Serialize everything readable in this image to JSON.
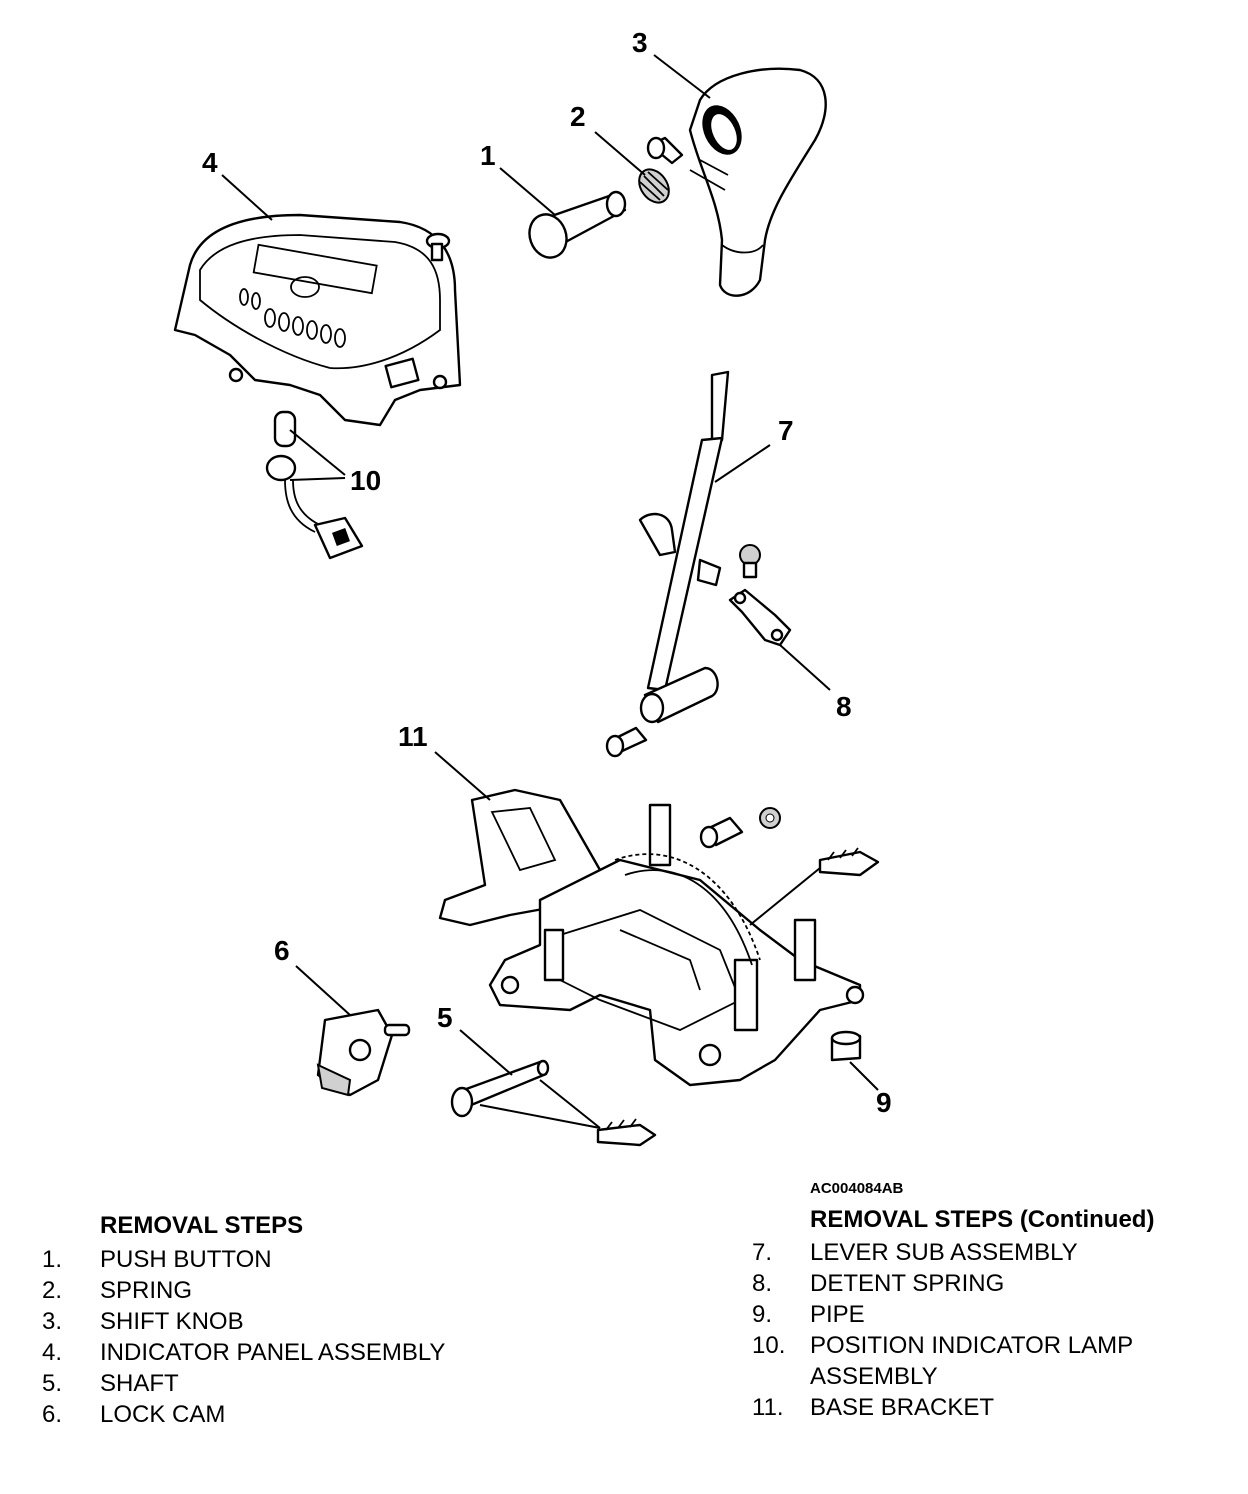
{
  "figure_code": "AC004084AB",
  "callouts": {
    "c1": "1",
    "c2": "2",
    "c3": "3",
    "c4": "4",
    "c5": "5",
    "c6": "6",
    "c7": "7",
    "c8": "8",
    "c9": "9",
    "c10": "10",
    "c11": "11"
  },
  "removal_steps": {
    "heading": "REMOVAL STEPS",
    "items": [
      {
        "num": "1.",
        "label": "PUSH BUTTON"
      },
      {
        "num": "2.",
        "label": "SPRING"
      },
      {
        "num": "3.",
        "label": "SHIFT KNOB"
      },
      {
        "num": "4.",
        "label": "INDICATOR PANEL ASSEMBLY"
      },
      {
        "num": "5.",
        "label": "SHAFT"
      },
      {
        "num": "6.",
        "label": "LOCK CAM"
      }
    ]
  },
  "removal_steps_continued": {
    "heading": "REMOVAL STEPS (Continued)",
    "items": [
      {
        "num": "7.",
        "label": "LEVER SUB ASSEMBLY"
      },
      {
        "num": "8.",
        "label": "DETENT SPRING"
      },
      {
        "num": "9.",
        "label": "PIPE"
      },
      {
        "num": "10.",
        "label": "POSITION INDICATOR LAMP ASSEMBLY"
      },
      {
        "num": "11.",
        "label": "BASE BRACKET"
      }
    ]
  }
}
